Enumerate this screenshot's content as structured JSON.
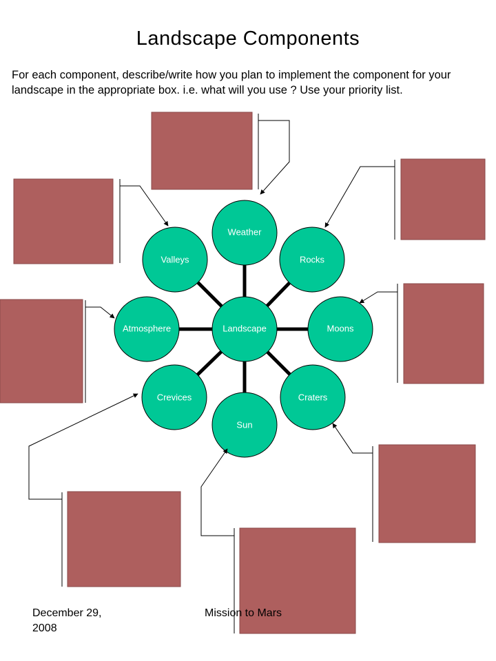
{
  "title": "Landscape Components",
  "instructions": "For each component, describe/write how you plan to implement the component for your landscape in the appropriate box. i.e. what will you use ?  Use your priority list.",
  "diagram": {
    "center_label": "Landscape",
    "components": [
      "Weather",
      "Rocks",
      "Moons",
      "Craters",
      "Sun",
      "Crevices",
      "Atmosphere",
      "Valleys"
    ]
  },
  "colors": {
    "node_fill": "#00C896",
    "box_fill": "#AE5F5E",
    "connector": "#000000"
  },
  "footer": {
    "date": "December 29, 2008",
    "title": "Mission to Mars"
  }
}
